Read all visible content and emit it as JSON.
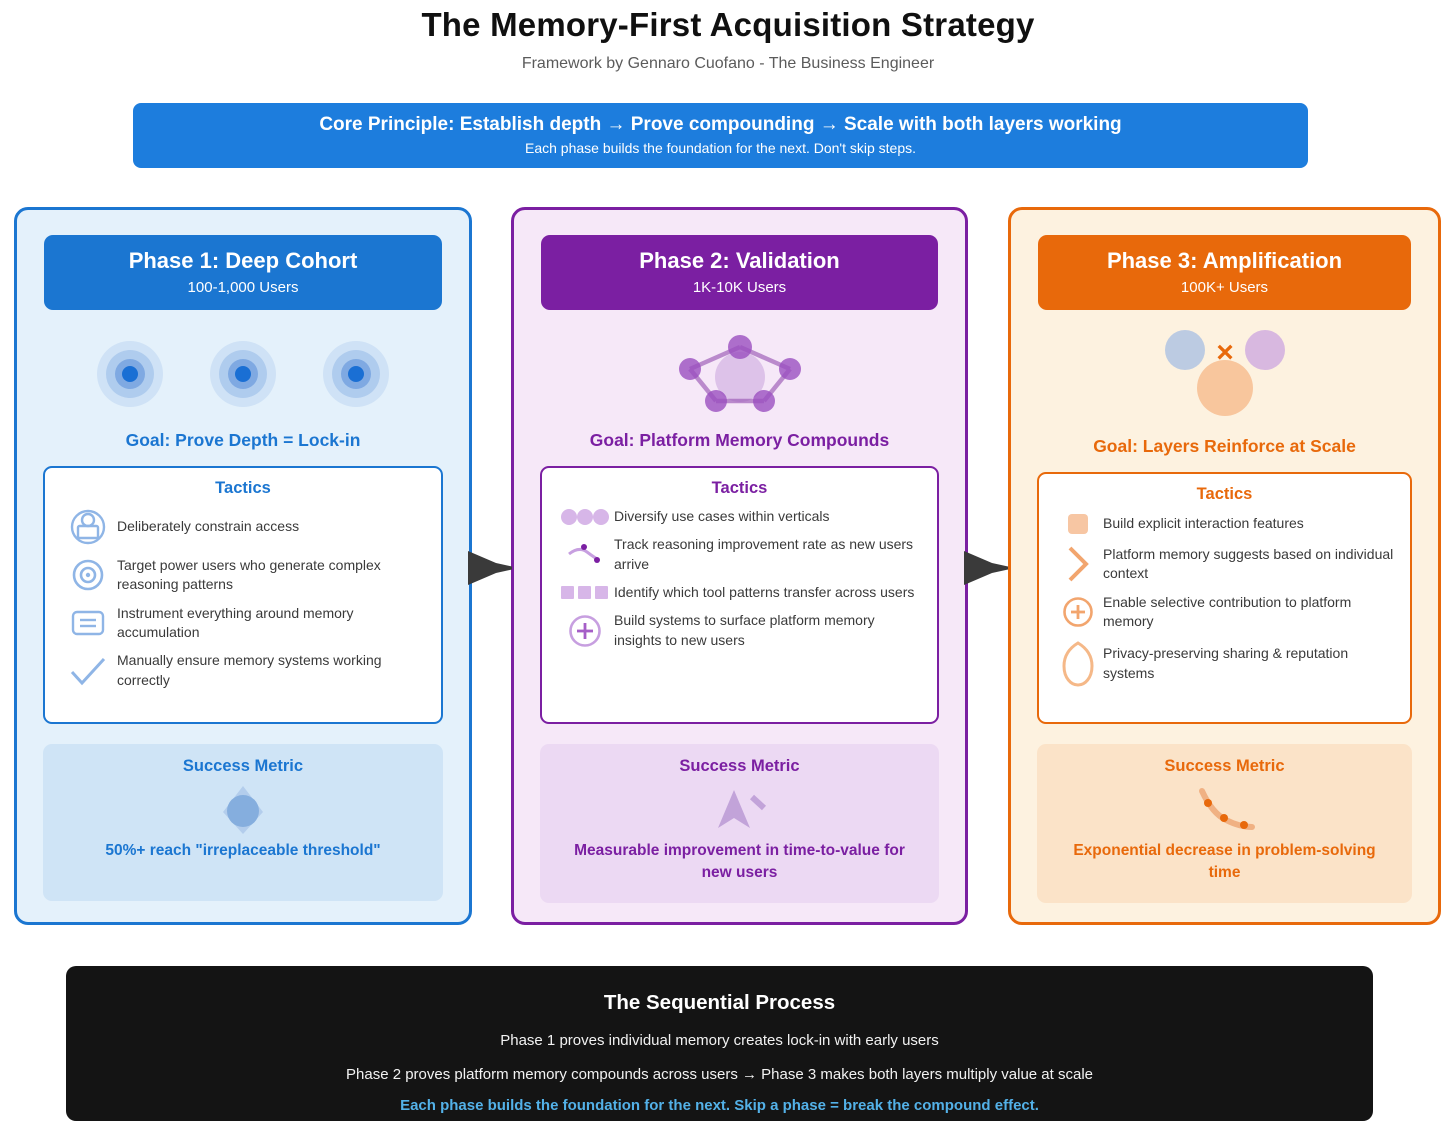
{
  "page": {
    "title": "The Memory-First Acquisition Strategy",
    "subtitle": "Framework by Gennaro Cuofano - The Business Engineer"
  },
  "banner": {
    "heading": "Core Principle: Establish depth → Prove compounding → Scale with both layers working",
    "subtext": "Each phase builds the foundation for the next. Don't skip steps.",
    "color": "#1d7ddd"
  },
  "phases": [
    {
      "title": "Phase 1: Deep Cohort",
      "users": "100-1,000 Users",
      "goal": "Goal: Prove Depth = Lock-in",
      "tactics_title": "Tactics",
      "tactics": [
        {
          "icon": "user-circle-icon",
          "text": "Deliberately constrain access"
        },
        {
          "icon": "target-icon",
          "text": "Target power users who generate complex reasoning patterns"
        },
        {
          "icon": "note-card-icon",
          "text": "Instrument everything around memory accumulation"
        },
        {
          "icon": "checkmark-icon",
          "text": "Manually ensure memory systems working correctly"
        }
      ],
      "metric_title": "Success Metric",
      "metric_icon": "droplet-icon",
      "metric_text": "50%+ reach \"irreplaceable threshold\"",
      "accent": "#1b76d1",
      "card_bg": "#e4f1fb",
      "metric_bg": "#cfe4f6"
    },
    {
      "title": "Phase 2: Validation",
      "users": "1K-10K Users",
      "goal": "Goal: Platform Memory Compounds",
      "tactics_title": "Tactics",
      "tactics": [
        {
          "icon": "three-dots-icon",
          "text": "Diversify use cases within verticals"
        },
        {
          "icon": "trend-curve-icon",
          "text": "Track reasoning improvement rate as new users arrive"
        },
        {
          "icon": "three-squares-icon",
          "text": "Identify which tool patterns transfer across users"
        },
        {
          "icon": "plus-circle-icon",
          "text": "Build systems to surface platform memory insights to new users"
        }
      ],
      "metric_title": "Success Metric",
      "metric_icon": "arrow-up-icon",
      "metric_text": "Measurable improvement in time-to-value for new users",
      "accent": "#7b1fa2",
      "card_bg": "#f6e8f8",
      "metric_bg": "#ecd9f3"
    },
    {
      "title": "Phase 3: Amplification",
      "users": "100K+ Users",
      "goal": "Goal: Layers Reinforce at Scale",
      "tactics_title": "Tactics",
      "tactics": [
        {
          "icon": "filled-square-icon",
          "text": "Build explicit interaction features"
        },
        {
          "icon": "chevron-right-icon",
          "text": "Platform memory suggests based on individual context"
        },
        {
          "icon": "plus-circle-icon",
          "text": "Enable selective contribution to platform memory"
        },
        {
          "icon": "oval-outline-icon",
          "text": "Privacy-preserving sharing & reputation systems"
        }
      ],
      "metric_title": "Success Metric",
      "metric_icon": "decreasing-curve-icon",
      "metric_text": "Exponential decrease in problem-solving time",
      "accent": "#e8690b",
      "card_bg": "#fdf2e0",
      "metric_bg": "#fbe3c8"
    }
  ],
  "footer": {
    "title": "The Sequential Process",
    "line1": "Phase 1 proves individual memory creates lock-in with early users",
    "line2": "Phase 2 proves platform memory compounds across users → Phase 3 makes both layers multiply value at scale",
    "highlight": "Each phase builds the foundation for the next. Skip a phase = break the compound effect.",
    "highlight_color": "#53b1e8"
  }
}
